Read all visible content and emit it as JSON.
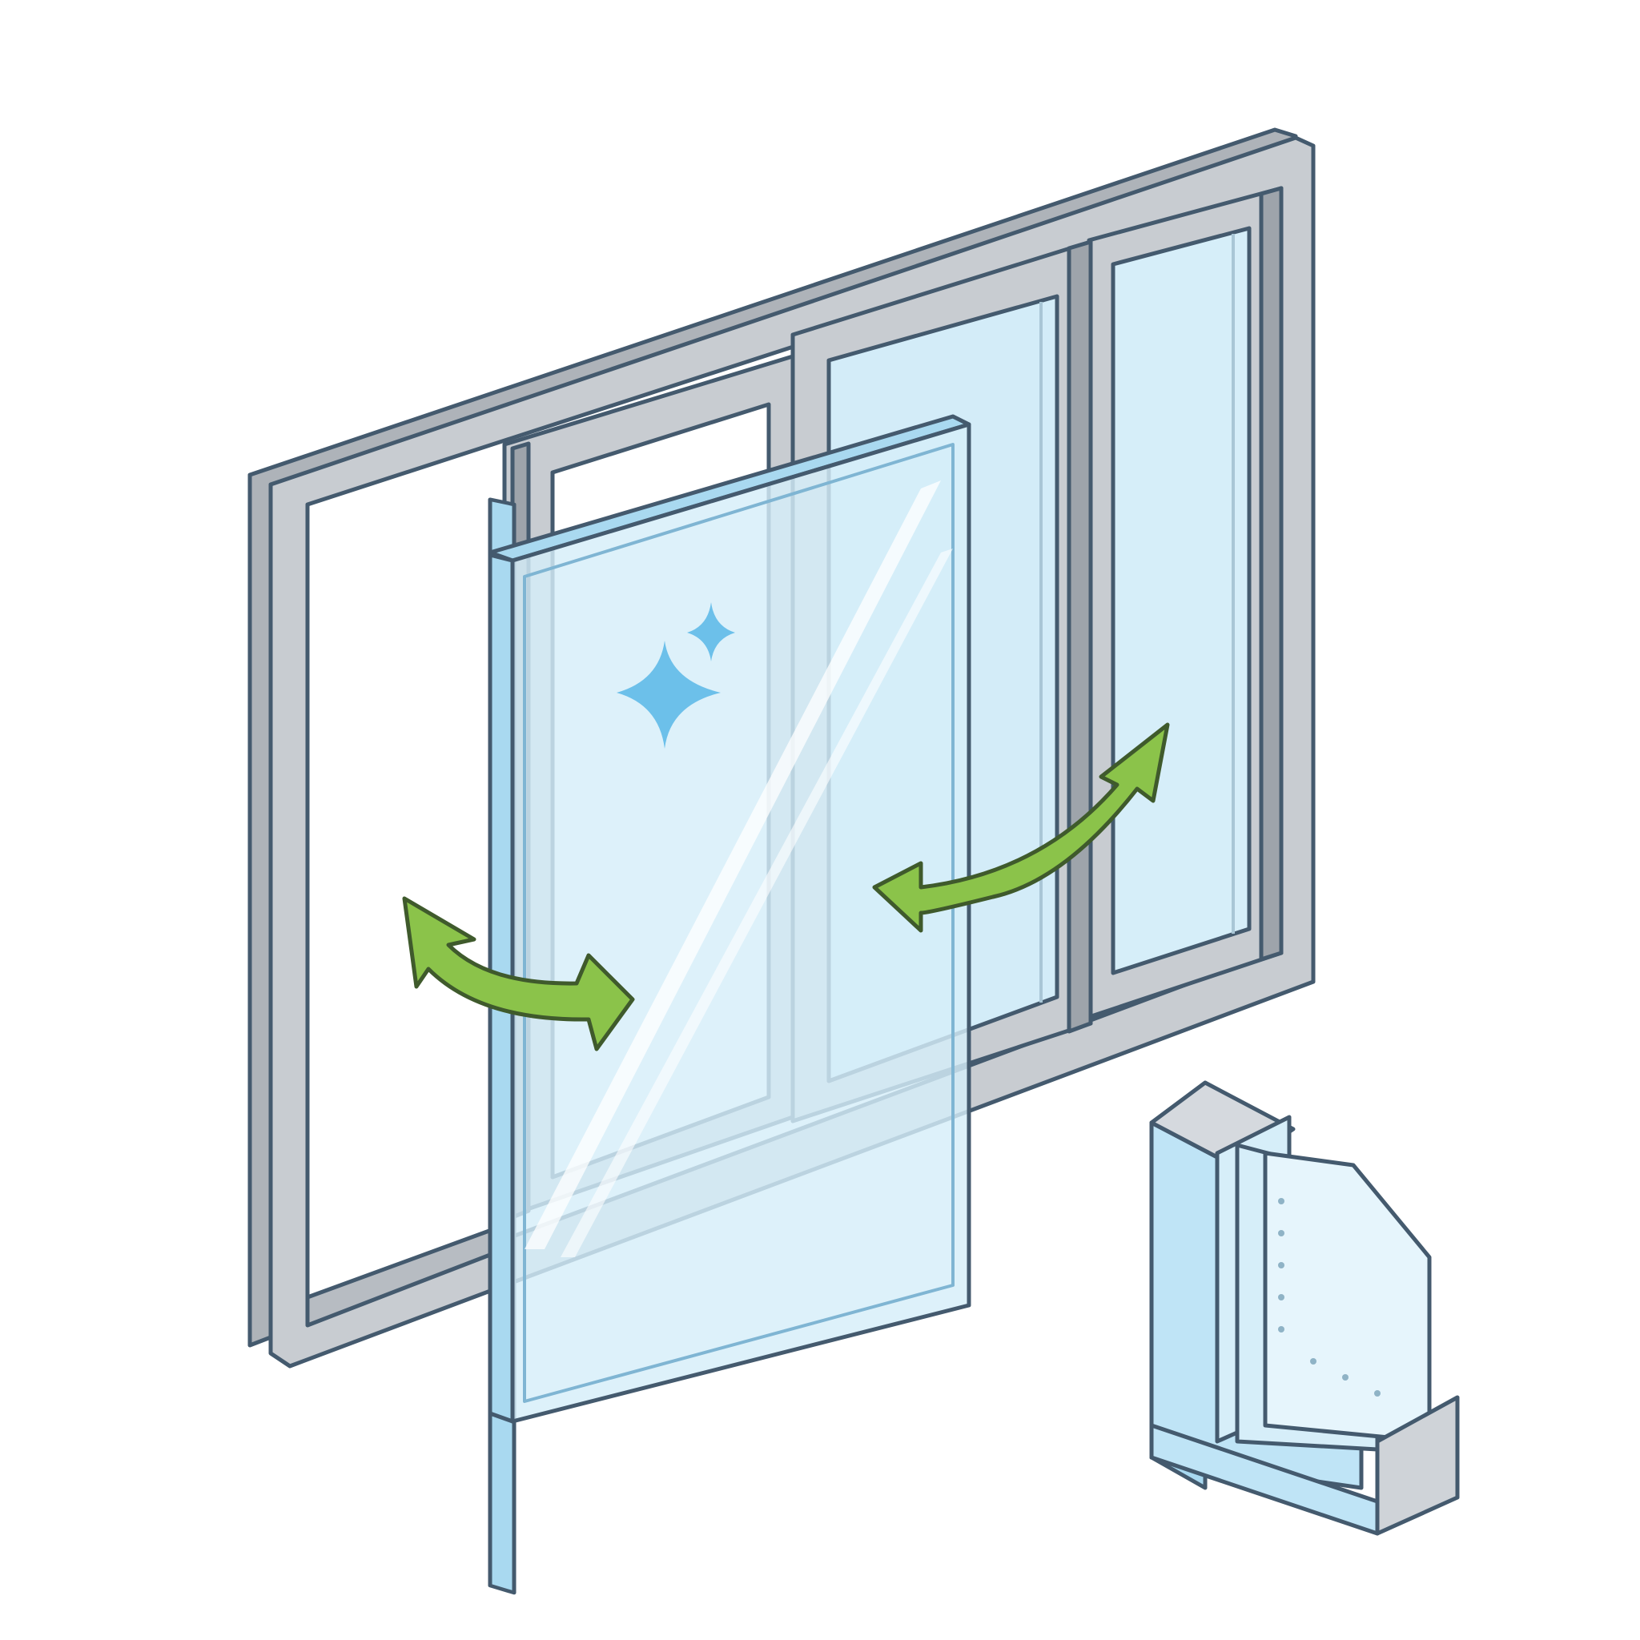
{
  "illustration": {
    "subject": "window-glass-replacement",
    "elements": {
      "outer_frame": "sliding-window-frame",
      "left_sash": "empty-sash-opening",
      "right_sash": "glazed-sash",
      "glass_pane": "new-glass-pane",
      "sparkle": "sparkle-icon",
      "arrows": [
        "swap-arrow-left",
        "swap-arrow-right"
      ],
      "cutaway": "double-glazing-cross-section"
    }
  },
  "colors": {
    "outline": "#445a6e",
    "frame": "#c8ccd1",
    "frame_shadow": "#9ea4ab",
    "glass": "#d6eef9",
    "glass_edge": "#a9d9f0",
    "sparkle": "#6cc0ea",
    "arrow": "#8bc34a",
    "cutaway_body": "#bfe4f6",
    "cutaway_side": "#a8d8f0",
    "background": "#ffffff"
  }
}
